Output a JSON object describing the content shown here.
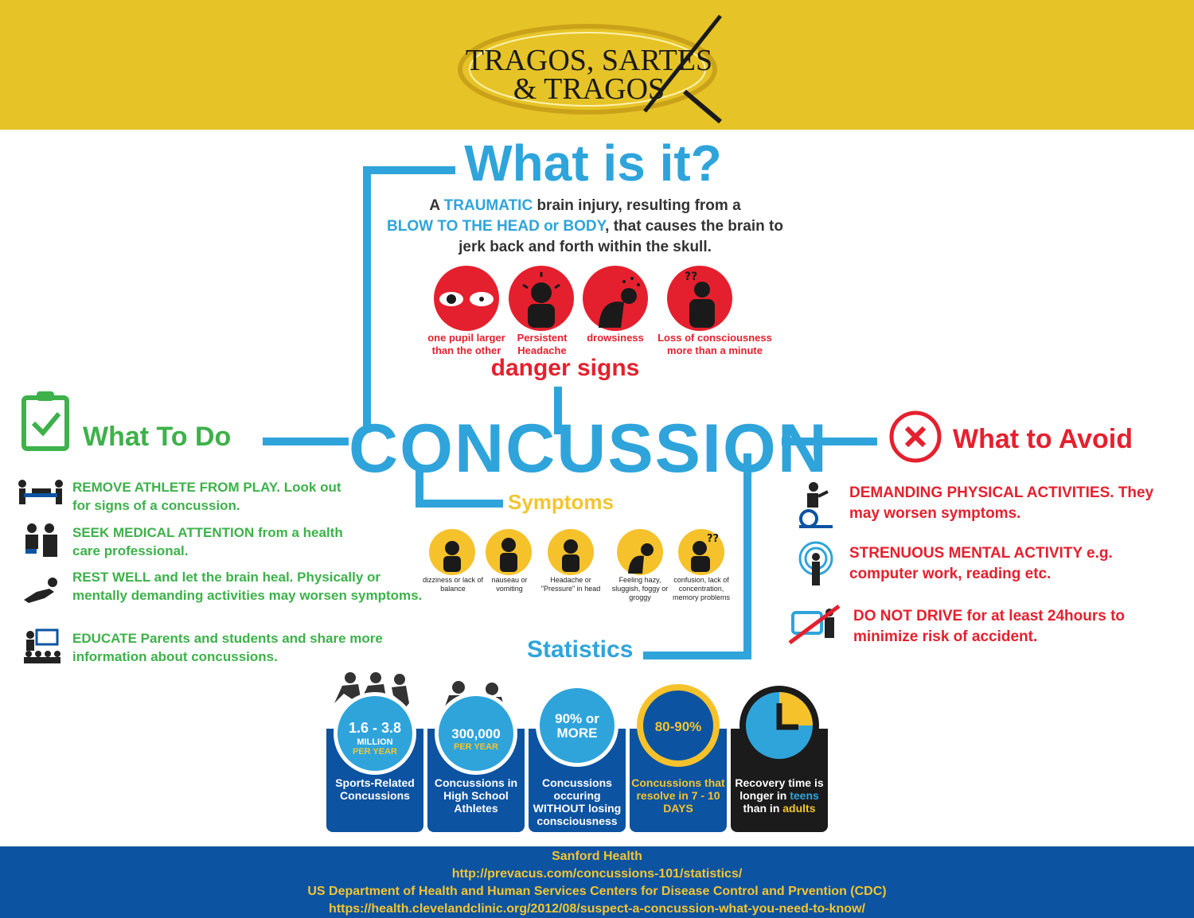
{
  "colors": {
    "yellow": "#e6c427",
    "blue": "#2fa4db",
    "navy": "#0c53a1",
    "red": "#e5202e",
    "green": "#3db14a"
  },
  "logo": {
    "line1": "TRAGOS, SARTES",
    "line2": "& TRAGOS"
  },
  "what": {
    "title": "What is it?",
    "def": {
      "p1": "A ",
      "h1": "TRAUMATIC",
      "p2": " brain injury, resulting from a",
      "h2": "BLOW TO THE HEAD or BODY",
      "p3": ", that causes the brain to jerk back and forth within the skull."
    }
  },
  "danger": {
    "title": "danger signs",
    "items": [
      {
        "label": "one pupil larger than the other",
        "icon": "eyes-icon"
      },
      {
        "label": "Persistent Headache",
        "icon": "headache-icon"
      },
      {
        "label": "drowsiness",
        "icon": "drowsy-icon"
      },
      {
        "label": "Loss of consciousness more than a minute",
        "icon": "fainting-icon"
      }
    ]
  },
  "center": {
    "word": "CONCUSSION"
  },
  "todo": {
    "title": "What To Do",
    "items": [
      {
        "strong": "REMOVE ATHLETE FROM PLAY.",
        "rest": " Look out for signs of a concussion.",
        "icon": "stretcher-icon"
      },
      {
        "strong": "SEEK MEDICAL ATTENTION",
        "rest": " from a health care professional.",
        "icon": "doctor-icon"
      },
      {
        "strong": "REST WELL",
        "rest": " and let the brain heal. Physically or mentally demanding activities may worsen symptoms.",
        "icon": "resting-icon"
      },
      {
        "strong": "EDUCATE",
        "rest": " Parents and students and share more information  about concussions.",
        "icon": "teacher-icon"
      }
    ]
  },
  "avoid": {
    "title": "What to Avoid",
    "items": [
      {
        "strong": "DEMANDING PHYSICAL ACTIVITIES.",
        "rest": " They may worsen symptoms.",
        "icon": "exercise-bike-icon"
      },
      {
        "strong": "STRENUOUS MENTAL ACTIVITY",
        "rest": " e.g. computer work, reading etc.",
        "icon": "mental-activity-icon"
      },
      {
        "strong": "DO NOT DRIVE",
        "rest": " for at least 24hours to minimize risk of accident.",
        "icon": "no-driving-icon"
      }
    ]
  },
  "symptoms": {
    "title": "Symptoms",
    "items": [
      {
        "label": "dizziness or lack of balance"
      },
      {
        "label": "nauseau or vomiting"
      },
      {
        "label": "Headache or \"Pressure\" in head"
      },
      {
        "label": "Feeling hazy, sluggish, foggy or groggy"
      },
      {
        "label": "confusion, lack of concentration, memory problems"
      }
    ]
  },
  "stats": {
    "title": "Statistics",
    "cards": [
      {
        "big": "1.6 - 3.8",
        "mid": "MILLION",
        "sub": "PER YEAR",
        "text": "Sports-Related Concussions"
      },
      {
        "big": "300,000",
        "sub": "PER YEAR",
        "text": "Concussions in High School Athletes"
      },
      {
        "big": "90% or MORE",
        "text": "Concussions occuring WITHOUT losing consciousness"
      },
      {
        "big": "80-90%",
        "text": "Concussions that resolve in 7 - 10 DAYS"
      },
      {
        "t1": "Recovery time is longer in ",
        "t2": "teens",
        "t3": " than in ",
        "t4": "adults"
      }
    ]
  },
  "sources": [
    "Sanford Health",
    "http://prevacus.com/concussions-101/statistics/",
    "US Department of Health and Human Services Centers for Disease Control and Prvention (CDC)",
    "https://health.clevelandclinic.org/2012/08/suspect-a-concussion-what-you-need-to-know/"
  ]
}
